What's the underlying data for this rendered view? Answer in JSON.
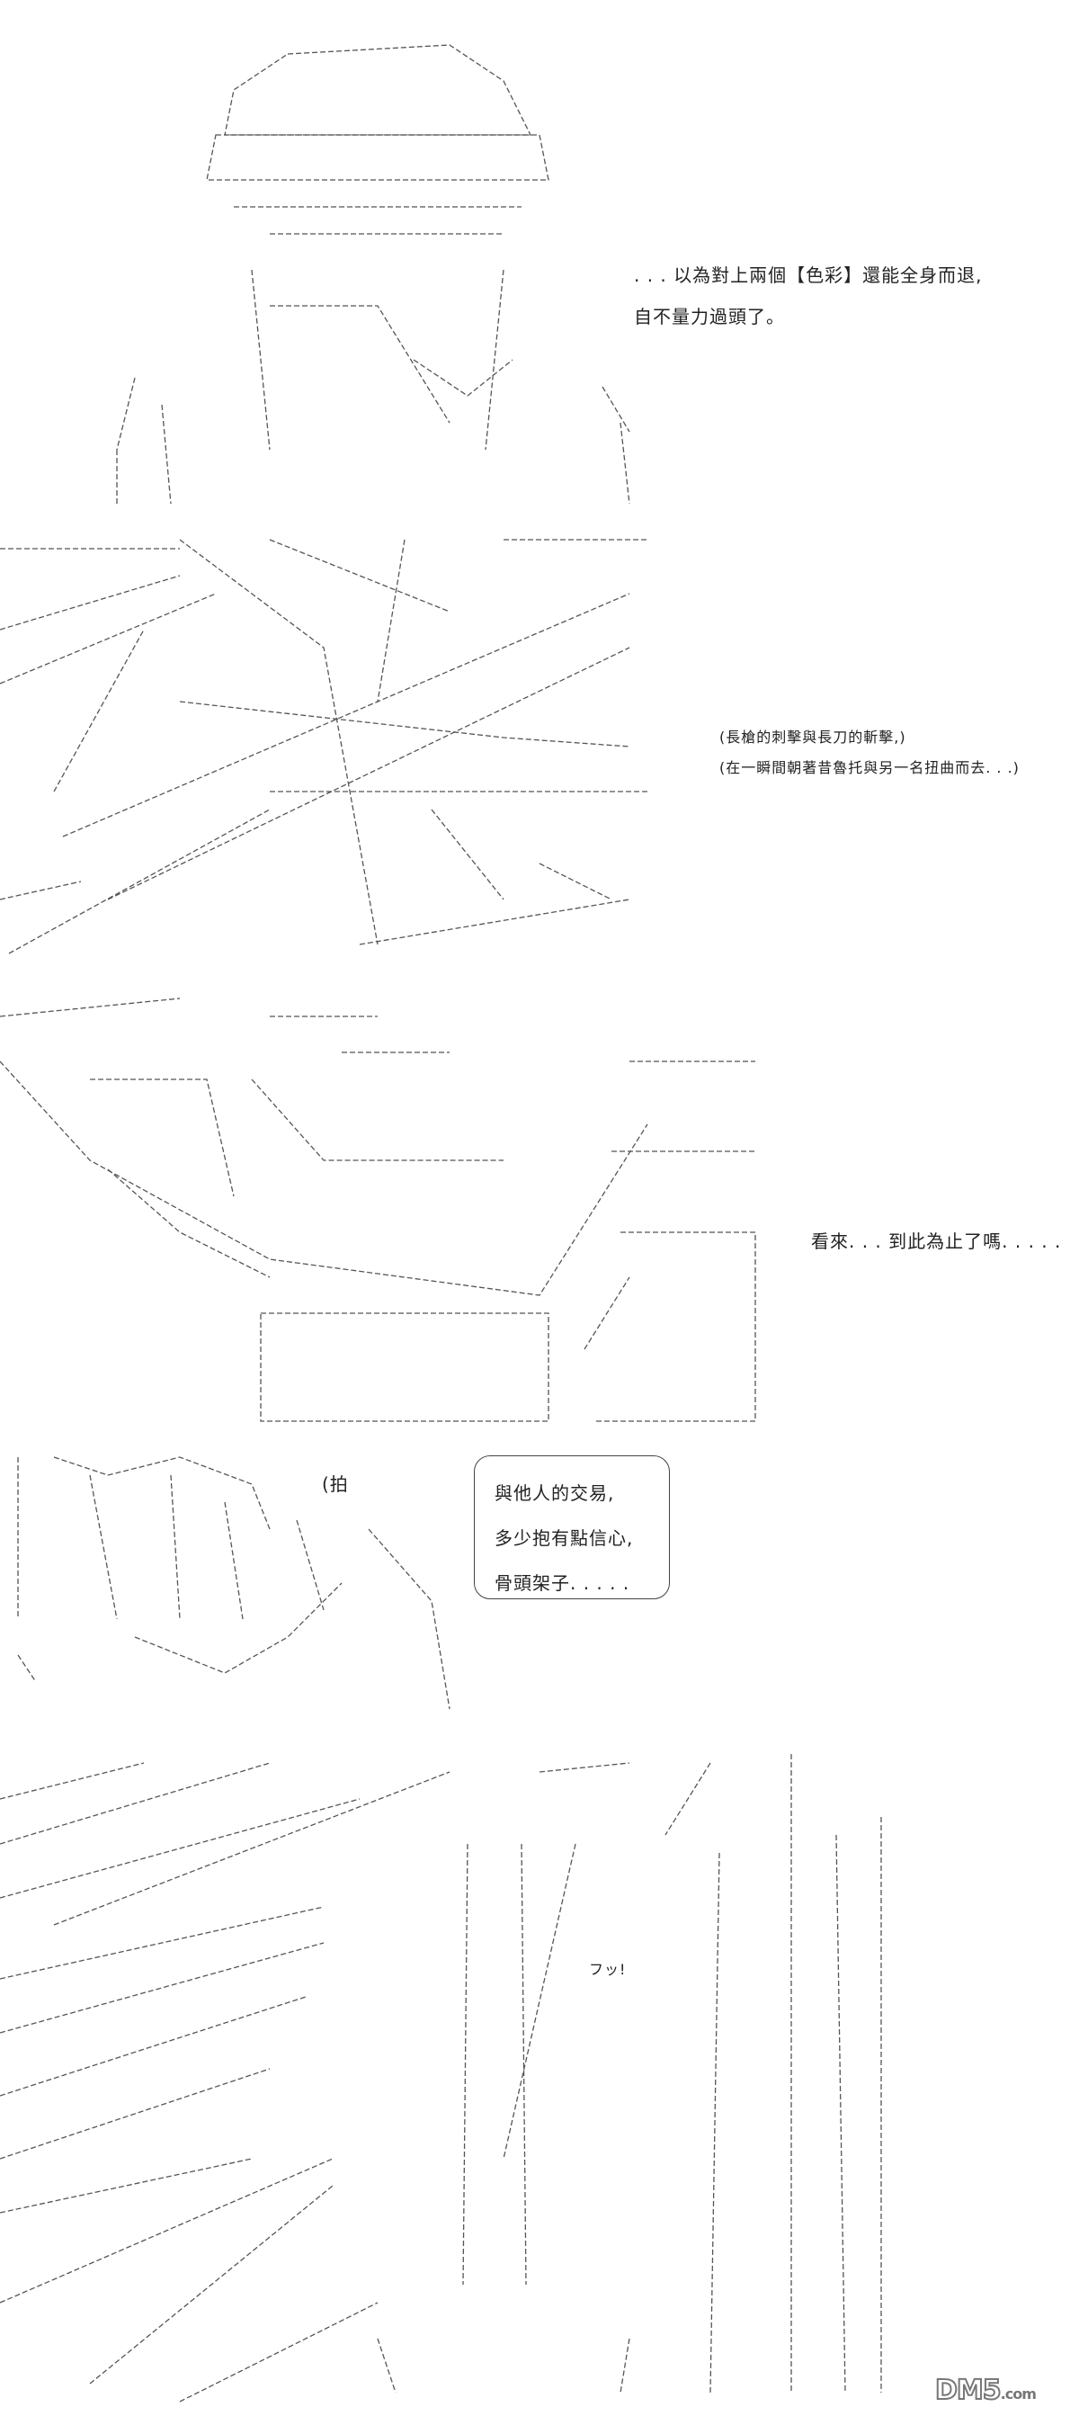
{
  "panels": [
    {
      "narration": [
        ". . . 以為對上兩個【色彩】還能全身而退,",
        "自不量力過頭了。"
      ]
    },
    {
      "narration": [
        "(長槍的刺擊與長刀的斬擊,)",
        "(在一瞬間朝著昔魯托與另一名扭曲而去. . .)"
      ]
    },
    {
      "narration": [
        "看來. . . 到此為止了嗎. . . . ."
      ]
    },
    {
      "sfx": "(拍",
      "bubble": [
        "與他人的交易,",
        "多少抱有點信心,",
        "骨頭架子. . . . ."
      ]
    },
    {
      "sfx": "フッ!"
    }
  ],
  "watermark": {
    "brand": "DM5",
    "suffix": ".com"
  }
}
